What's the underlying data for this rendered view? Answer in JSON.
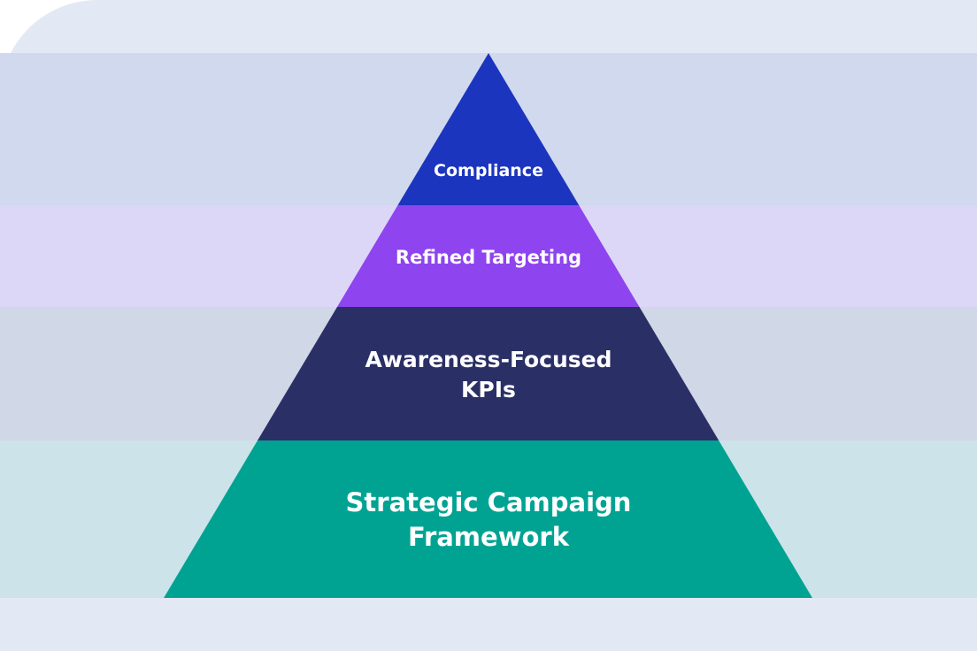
{
  "colors": {
    "backdrop": "#e3e9f4",
    "label_text": "#ffffff"
  },
  "tiers": [
    {
      "label": "Compliance",
      "fill": "#1b35be",
      "band": "#d0d9ee"
    },
    {
      "label": "Refined Targeting",
      "fill": "#8e44ee",
      "band": "#dcd7f6"
    },
    {
      "label": "Awareness-Focused\nKPIs",
      "fill": "#2a2f66",
      "band": "#d0d7e6"
    },
    {
      "label": "Strategic Campaign\nFramework",
      "fill": "#00a392",
      "band": "#cde3ea"
    }
  ]
}
